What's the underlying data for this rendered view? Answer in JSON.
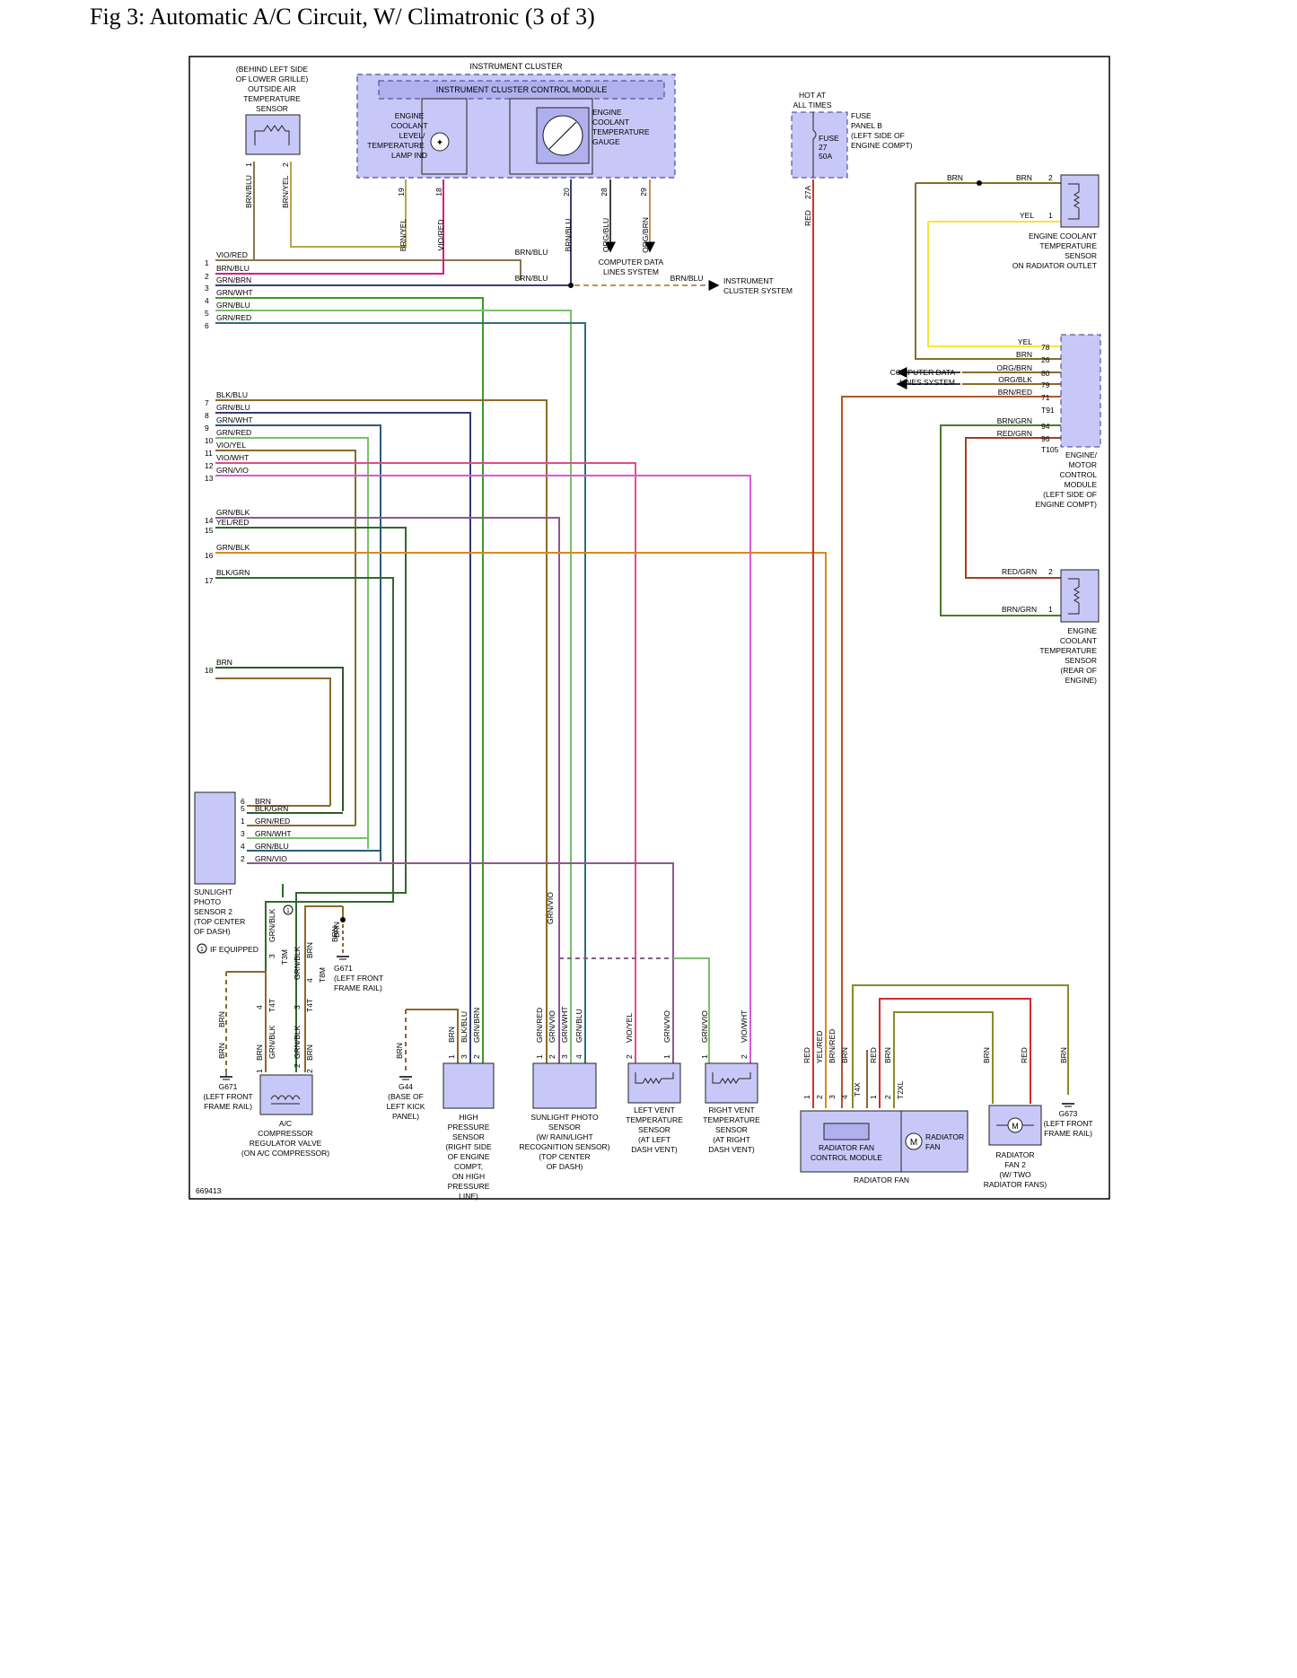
{
  "page": {
    "title": "Fig 3: Automatic A/C Circuit, W/ Climatronic (3 of 3)"
  },
  "figure_id": "669413",
  "footnote": "IF EQUIPPED",
  "components": {
    "outside_air_sensor": [
      "(BEHIND LEFT SIDE",
      "OF LOWER GRILLE)",
      "OUTSIDE AIR",
      "TEMPERATURE",
      "SENSOR"
    ],
    "instrument_cluster": "INSTRUMENT CLUSTER",
    "icm": "INSTRUMENT CLUSTER CONTROL MODULE",
    "coolant_lamp": [
      "ENGINE",
      "COOLANT",
      "LEVEL/",
      "TEMPERATURE",
      "LAMP IND"
    ],
    "coolant_gauge": [
      "ENGINE",
      "COOLANT",
      "TEMPERATURE",
      "GAUGE"
    ],
    "hot_at_all_times": [
      "HOT AT",
      "ALL TIMES"
    ],
    "fuse": [
      "FUSE",
      "27",
      "50A"
    ],
    "fuse_panel": [
      "FUSE",
      "PANEL B",
      "(LEFT SIDE OF",
      "ENGINE COMPT)"
    ],
    "ect_radiator_outlet": [
      "ENGINE COOLANT",
      "TEMPERATURE",
      "SENSOR",
      "ON RADIATOR OUTLET"
    ],
    "ecm": [
      "ENGINE/",
      "MOTOR",
      "CONTROL",
      "MODULE",
      "(LEFT SIDE OF",
      "ENGINE COMPT)"
    ],
    "ect_rear": [
      "ENGINE",
      "COOLANT",
      "TEMPERATURE",
      "SENSOR",
      "(REAR OF",
      "ENGINE)"
    ],
    "computer_data_lines_top": [
      "COMPUTER DATA",
      "LINES SYSTEM"
    ],
    "computer_data_lines_right": [
      "COMPUTER DATA",
      "LINES SYSTEM"
    ],
    "instrument_cluster_system": [
      "INSTRUMENT",
      "CLUSTER SYSTEM"
    ],
    "sunlight_photo_sensor_2": [
      "SUNLIGHT",
      "PHOTO",
      "SENSOR 2",
      "(TOP CENTER",
      "OF DASH)"
    ],
    "ac_compressor_valve": [
      "A/C",
      "COMPRESSOR",
      "REGULATOR VALVE",
      "(ON A/C COMPRESSOR)"
    ],
    "g671_a": [
      "G671",
      "(LEFT FRONT",
      "FRAME RAIL)"
    ],
    "g671_b": [
      "G671",
      "(LEFT FRONT",
      "FRAME RAIL)"
    ],
    "g44": [
      "G44",
      "(BASE OF",
      "LEFT KICK",
      "PANEL)"
    ],
    "high_pressure_sensor": [
      "HIGH",
      "PRESSURE",
      "SENSOR",
      "(RIGHT SIDE",
      "OF ENGINE",
      "COMPT,",
      "ON HIGH",
      "PRESSURE",
      "LINE)"
    ],
    "sunlight_photo_sensor": [
      "SUNLIGHT PHOTO",
      "SENSOR",
      "(W/ RAIN/LIGHT",
      "RECOGNITION SENSOR)",
      "(TOP CENTER",
      "OF DASH)"
    ],
    "left_vent_sensor": [
      "LEFT VENT",
      "TEMPERATURE",
      "SENSOR",
      "(AT LEFT",
      "DASH VENT)"
    ],
    "right_vent_sensor": [
      "RIGHT VENT",
      "TEMPERATURE",
      "SENSOR",
      "(AT RIGHT",
      "DASH VENT)"
    ],
    "radiator_fan_control_module": [
      "RADIATOR FAN",
      "CONTROL MODULE"
    ],
    "radiator_fan_motor": [
      "RADIATOR",
      "FAN"
    ],
    "radiator_fan": "RADIATOR FAN",
    "radiator_fan_2": [
      "RADIATOR",
      "FAN 2",
      "(W/ TWO",
      "RADIATOR FANS)"
    ],
    "g673": [
      "G673",
      "(LEFT FRONT",
      "FRAME RAIL)"
    ]
  },
  "left_connector": [
    {
      "pin": "1",
      "wire": "VIO/RED"
    },
    {
      "pin": "2",
      "wire": "BRN/BLU"
    },
    {
      "pin": "3",
      "wire": "GRN/BRN"
    },
    {
      "pin": "4",
      "wire": "GRN/WHT"
    },
    {
      "pin": "5",
      "wire": "GRN/BLU"
    },
    {
      "pin": "6",
      "wire": "GRN/RED"
    },
    {
      "pin": "7",
      "wire": "BLK/BLU"
    },
    {
      "pin": "8",
      "wire": "GRN/BLU"
    },
    {
      "pin": "9",
      "wire": "GRN/WHT"
    },
    {
      "pin": "10",
      "wire": "GRN/RED"
    },
    {
      "pin": "11",
      "wire": "VIO/YEL"
    },
    {
      "pin": "12",
      "wire": "VIO/WHT"
    },
    {
      "pin": "13",
      "wire": "GRN/VIO"
    },
    {
      "pin": "14",
      "wire": "GRN/BLK"
    },
    {
      "pin": "15",
      "wire": "YEL/RED"
    },
    {
      "pin": "16",
      "wire": "GRN/BLK"
    },
    {
      "pin": "17",
      "wire": "BLK/GRN"
    },
    {
      "pin": "18",
      "wire": "BRN"
    }
  ],
  "sunlight2_pins": [
    {
      "pin": "6",
      "wire": "BRN"
    },
    {
      "pin": "5",
      "wire": "BLK/GRN"
    },
    {
      "pin": "1",
      "wire": "GRN/RED"
    },
    {
      "pin": "3",
      "wire": "GRN/WHT"
    },
    {
      "pin": "4",
      "wire": "GRN/BLU"
    },
    {
      "pin": "2",
      "wire": "GRN/VIO"
    }
  ],
  "ecm_pins": [
    {
      "pin": "78",
      "wire": "YEL"
    },
    {
      "pin": "26",
      "wire": "BRN"
    },
    {
      "pin": "80",
      "wire": "ORG/BRN"
    },
    {
      "pin": "79",
      "wire": "ORG/BLK"
    },
    {
      "pin": "71",
      "wire": "BRN/RED"
    },
    {
      "pin": "T91",
      "wire": ""
    },
    {
      "pin": "94",
      "wire": "BRN/GRN"
    },
    {
      "pin": "96",
      "wire": "RED/GRN"
    },
    {
      "pin": "T105",
      "wire": ""
    }
  ],
  "cluster_pins": [
    {
      "pin": "19",
      "wire": "BRN/YEL"
    },
    {
      "pin": "18",
      "wire": "VIO/RED"
    },
    {
      "pin": "20",
      "wire": "BRN/BLU"
    },
    {
      "pin": "28",
      "wire": "ORG/BLU"
    },
    {
      "pin": "29",
      "wire": "ORG/BRN"
    }
  ],
  "labels": {
    "oat_pin1": "1",
    "oat_pin2": "2",
    "oat_w1": "BRN/BLU",
    "oat_w2": "BRN/YEL",
    "brnblu_a": "BRN/BLU",
    "brnblu_b": "BRN/BLU",
    "brnblu_c": "BRN/BLU",
    "fuse_pin": "27A",
    "fuse_wire": "RED",
    "ect1_pin2": "2",
    "ect1_pin1": "1",
    "ect1_w_brn_a": "BRN",
    "ect1_w_brn_b": "BRN",
    "ect1_w_yel": "YEL",
    "ect2_pin2": "2",
    "ect2_pin1": "1",
    "ect2_w_a": "RED/GRN",
    "ect2_w_b": "BRN/GRN",
    "acv_w_grnblk": "GRN/BLK",
    "acv_pin3": "3",
    "acv_conn1": "T3M",
    "acv_w_grnblk2": "GRN/BLK",
    "acv_w_brn": "BRN",
    "acv_pin4": "4",
    "acv_conn2": "T8M",
    "acv_w_brn2": "BRN",
    "acv_pin4b": "4",
    "acv_conn3": "T4T",
    "acv_pin3b": "3",
    "acv_conn4": "T4T",
    "acv_pin2": "2",
    "acv_bot_brn": "BRN",
    "acv_bot_grnblk": "GRN/BLK",
    "acv_bot_grnblk2": "GRN/BLK",
    "acv_bot_brn2": "BRN",
    "acv_bot_pin1": "1",
    "acv_bot_pin2": "2",
    "g671_brn_a": "BRN",
    "g671_brn_b": "BRN",
    "g44_brn": "BRN",
    "hp_brn": "BRN",
    "hp_blkblu": "BLK/BLU",
    "hp_grnbrn": "GRN/BRN",
    "hp_p1": "1",
    "hp_p3": "3",
    "hp_p2": "2",
    "sp_grnvio_top": "GRN/VIO",
    "sp_grnred": "GRN/RED",
    "sp_grnvio": "GRN/VIO",
    "sp_grnwht": "GRN/WHT",
    "sp_grnblu": "GRN/BLU",
    "sp_p1": "1",
    "sp_p2": "2",
    "sp_p3": "3",
    "sp_p4": "4",
    "lv_vioyel": "VIO/YEL",
    "lv_grnvio": "GRN/VIO",
    "lv_p2": "2",
    "lv_p1": "1",
    "rv_grnvio": "GRN/VIO",
    "rv_viowht": "VIO/WHT",
    "rv_p1": "1",
    "rv_p2": "2",
    "rf_red": "RED",
    "rf_yelred": "YEL/RED",
    "rf_brnred": "BRN/RED",
    "rf_brn": "BRN",
    "rf_p1": "1",
    "rf_p2": "2",
    "rf_p3": "3",
    "rf_p4": "4",
    "rf_conn1": "T4X",
    "rf_red2": "RED",
    "rf_brn2": "BRN",
    "rf_p1b": "1",
    "rf_p2b": "2",
    "rf_conn2": "T2XL",
    "rf2_brn": "BRN",
    "rf2_red": "RED",
    "g673_brn": "BRN",
    "motor": "M"
  }
}
